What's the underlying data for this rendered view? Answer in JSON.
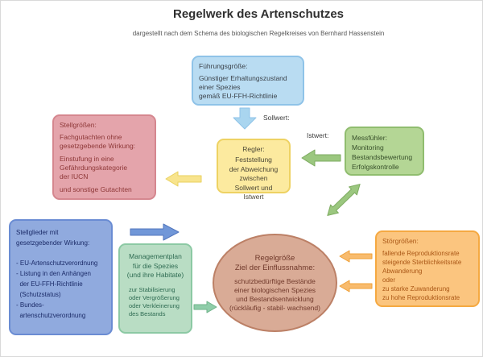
{
  "title": "Regelwerk des Artenschutzes",
  "subtitle": "dargestellt nach dem Schema des biologischen Regelkreises von Bernhard Hassenstein",
  "labels": {
    "sollwert": "Sollwert:",
    "istwert": "Istwert:"
  },
  "boxes": {
    "fuehrungsgroesse": {
      "title": "Führungsgröße:",
      "lines": [
        "Günstiger Erhaltungszustand",
        "einer Spezies",
        "gemäß EU-FFH-Richtlinie"
      ]
    },
    "regler": {
      "title": "Regler:",
      "lines": [
        "Feststellung",
        "der Abweichung",
        "zwischen",
        "Sollwert und Istwert"
      ]
    },
    "messfuehler": {
      "title": "Messfühler:",
      "lines": [
        "Monitoring",
        "Bestandsbewertung",
        "Erfolgskontrolle"
      ]
    },
    "stellgroessen": {
      "title": "Stellgrößen:",
      "para1": [
        "Fachgutachten ohne",
        "gesetzgebende Wirkung:"
      ],
      "para2": [
        "Einstufung in eine",
        "Gefährdungskategorie",
        "der IUCN"
      ],
      "para3": [
        "und sonstige Gutachten"
      ]
    },
    "stellglieder": {
      "title": [
        "Stellglieder mit",
        "gesetzgebender Wirkung:"
      ],
      "items": [
        "- EU-Artenschutzverordnung",
        "- Listung in den Anhängen",
        "  der EU-FFH-Richtlinie",
        "  (Schutzstatus)",
        "- Bundes-",
        "  artenschutzverordnung"
      ]
    },
    "managementplan": {
      "title": [
        "Managementplan",
        "für die Spezies",
        "(und ihre Habitate)"
      ],
      "sub": [
        "zur Stabilisierung",
        "oder Vergrößerung",
        "oder Verkleinerung",
        "des Bestands"
      ]
    },
    "regelgroesse": {
      "title": [
        "Regelgröße",
        "Ziel der Einflussnahme:"
      ],
      "lines": [
        "schutzbedürftige Bestände",
        "einer biologischen Spezies",
        "und Bestandsentwicklung",
        "(rückläufig - stabil- wachsend)"
      ]
    },
    "stoergroessen": {
      "title": "Störgrößen:",
      "lines": [
        "fallende Reproduktionsrate",
        "steigende Sterblichkeitsrate",
        "Abwanderung",
        "oder",
        "zu starke Zuwanderung",
        "zu hohe Reproduktionsrate"
      ]
    }
  },
  "colors": {
    "box_blue_light": "#b9dcf2",
    "box_yellow": "#fcea9f",
    "box_green": "#b4d695",
    "box_pink": "#e4a4ab",
    "box_blue": "#90aade",
    "box_teal": "#b9ddc4",
    "box_orange": "#fbc57f",
    "ellipse_tan": "#d9ab96",
    "arrow_blue_light": "#a9d5ef",
    "arrow_green": "#9bc77f",
    "arrow_yellow": "#f8e48d",
    "arrow_blue": "#7197d8",
    "arrow_teal": "#8fcda9",
    "arrow_orange": "#f8bb6d"
  }
}
